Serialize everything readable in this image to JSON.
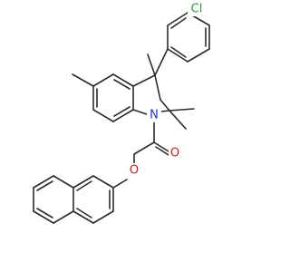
{
  "structure": {
    "atoms": [
      {
        "id": "Cl",
        "symbol": "Cl",
        "color": "#2e9b2e"
      },
      {
        "id": "N",
        "symbol": "N",
        "color": "#1f33c9"
      },
      {
        "id": "O1",
        "symbol": "O",
        "color": "#d11a1a"
      },
      {
        "id": "O2",
        "symbol": "O",
        "color": "#d11a1a"
      }
    ],
    "bond_color": "#2b2b2b"
  }
}
